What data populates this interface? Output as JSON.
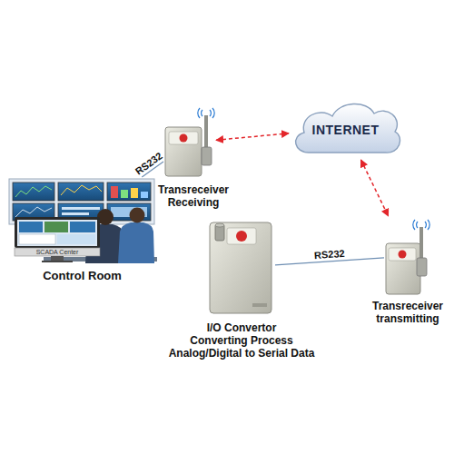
{
  "diagram": {
    "nodes": [
      {
        "text": [
          "SCADA Center",
          "Control Room"
        ]
      },
      {
        "text": [
          "Transreceiver Receiving"
        ]
      },
      {
        "text": [
          "INTERNET"
        ]
      },
      {
        "text": [
          "I/O Convertor",
          "Converting Process",
          "Analog/Digital to Serial Data"
        ]
      },
      {
        "text": [
          "Transreceiver transmitting"
        ]
      }
    ],
    "edges": [
      {
        "from": 0,
        "to": 1,
        "label": "RS232",
        "arrow": "none"
      },
      {
        "from": 1,
        "to": 2,
        "arrow": "both"
      },
      {
        "from": 2,
        "to": 4,
        "arrow": "both"
      },
      {
        "from": 3,
        "to": 4,
        "label": "RS232",
        "arrow": "none"
      }
    ]
  }
}
